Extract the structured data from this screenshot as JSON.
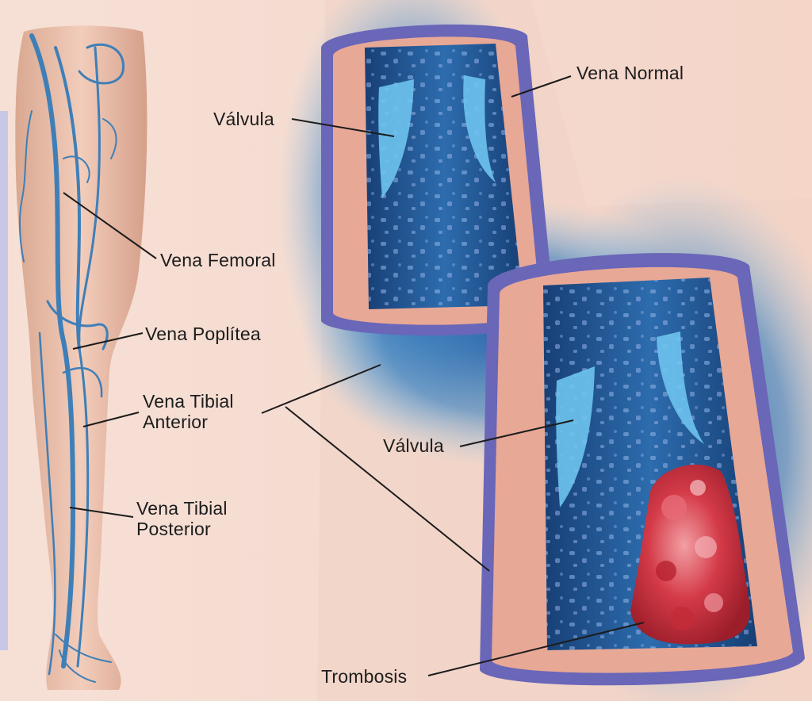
{
  "labels": {
    "vena_normal": "Vena Normal",
    "valvula_top": "Válvula",
    "vena_femoral": "Vena Femoral",
    "vena_poplitea": "Vena Poplítea",
    "vena_tibial_anterior": {
      "line1": "Vena Tibial",
      "line2": "Anterior"
    },
    "vena_tibial_posterior": {
      "line1": "Vena Tibial",
      "line2": "Posterior"
    },
    "valvula_bottom": "Válvula",
    "trombosis": "Trombosis"
  },
  "colors": {
    "skin": "#f0cbb8",
    "vein_blue": "#3f7fb8",
    "vessel_wall": "#e8a896",
    "vessel_outer": "#6a66b8",
    "lumen": "#1d4f8c",
    "valve": "#6ec3ee",
    "clot": "#c8303a",
    "leader_line": "#1c1c1c"
  }
}
